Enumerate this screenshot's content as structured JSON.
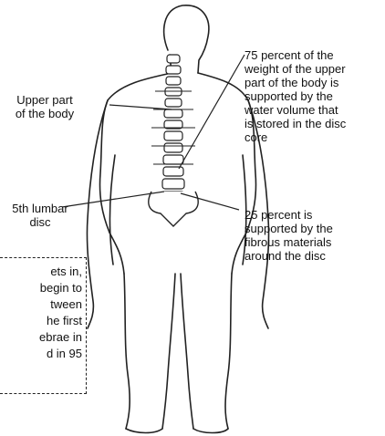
{
  "labels": {
    "upper_body": "Upper part\nof the body",
    "lumbar": "5th lumbar\ndisc",
    "pct75": "75 percent of the\nweight of the upper\npart of the body is\nsupported by the\nwater volume that\nis stored in the disc\ncore",
    "pct25": "25 percent is\nsupported by the\nfibrous materials\naround the disc"
  },
  "note_lines": [
    "ets in,",
    "begin to",
    "tween",
    "he first",
    "ebrae in",
    "d in 95"
  ],
  "colors": {
    "stroke": "#222222",
    "text": "#111111"
  }
}
